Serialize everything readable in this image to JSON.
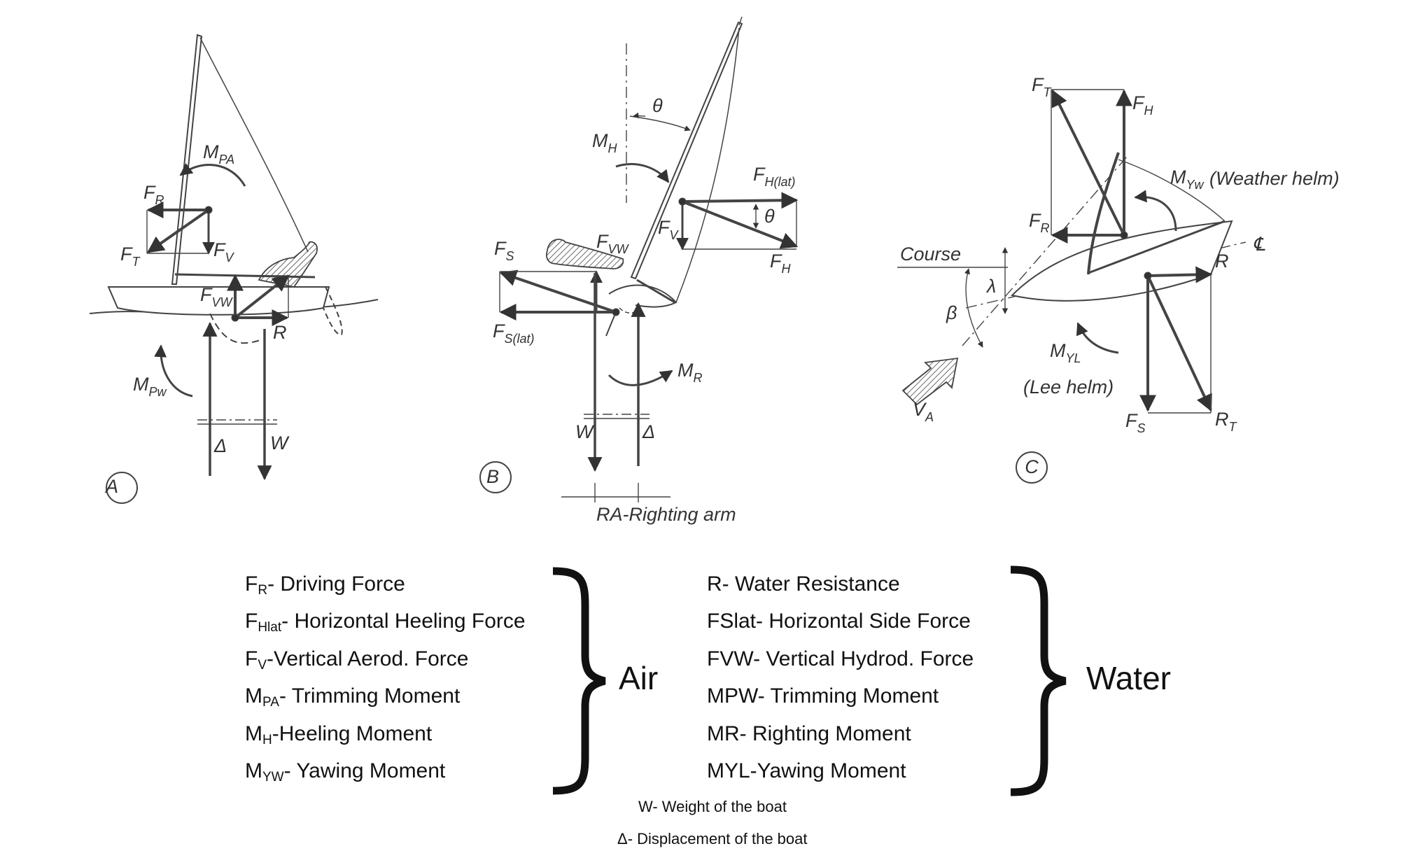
{
  "diagram": {
    "panels": [
      {
        "letter": "A",
        "labels": {
          "m_pa": "M",
          "m_pa_sub": "PA",
          "f_r": "F",
          "f_r_sub": "R",
          "f_t": "F",
          "f_t_sub": "T",
          "f_v": "F",
          "f_v_sub": "V",
          "f_vw": "F",
          "f_vw_sub": "VW",
          "r": "R",
          "m_pw": "M",
          "m_pw_sub": "Pw",
          "delta": "Δ",
          "w": "W"
        }
      },
      {
        "letter": "B",
        "labels": {
          "theta_top": "θ",
          "m_h": "M",
          "m_h_sub": "H",
          "f_hlat": "F",
          "f_hlat_sub": "H(lat)",
          "theta_mid": "θ",
          "f_v": "F",
          "f_v_sub": "V",
          "f_h": "F",
          "f_h_sub": "H",
          "f_s": "F",
          "f_s_sub": "S",
          "f_vw": "F",
          "f_vw_sub": "VW",
          "f_slat": "F",
          "f_slat_sub": "S(lat)",
          "m_r": "M",
          "m_r_sub": "R",
          "w": "W",
          "delta": "Δ",
          "righting_arm": "RA-Righting arm"
        }
      },
      {
        "letter": "C",
        "labels": {
          "f_t": "F",
          "f_t_sub": "T",
          "f_h": "F",
          "f_h_sub": "H",
          "m_yw": "M",
          "m_yw_sub": "Yw",
          "weather_helm": "(Weather helm)",
          "f_r": "F",
          "f_r_sub": "R",
          "course": "Course",
          "centerline": "℄",
          "r": "R",
          "lambda": "λ",
          "beta": "β",
          "m_yl": "M",
          "m_yl_sub": "YL",
          "lee_helm": "(Lee helm)",
          "v_a": "V",
          "v_a_sub": "A",
          "f_s": "F",
          "f_s_sub": "S",
          "r_t": "R",
          "r_t_sub": "T"
        }
      }
    ]
  },
  "legend": {
    "air": {
      "group_label": "Air",
      "items": [
        {
          "main": "F",
          "sub": "R",
          "rest": "- Driving Force"
        },
        {
          "main": "F",
          "sub": "Hlat",
          "rest": "- Horizontal Heeling Force"
        },
        {
          "main": "F",
          "sub": "V",
          "rest": "-Vertical Aerod. Force"
        },
        {
          "main": "M",
          "sub": "PA",
          "rest": "- Trimming Moment"
        },
        {
          "main": "M",
          "sub": "H",
          "rest": "-Heeling Moment"
        },
        {
          "main": "M",
          "sub": "YW",
          "rest": "- Yawing Moment"
        }
      ]
    },
    "water": {
      "group_label": "Water",
      "items": [
        "R- Water Resistance",
        "FSlat- Horizontal Side Force",
        "FVW- Vertical Hydrod. Force",
        "MPW- Trimming Moment",
        "MR- Righting Moment",
        "MYL-Yawing Moment"
      ]
    },
    "notes": [
      "W- Weight of the boat",
      "Δ- Displacement of the boat"
    ]
  }
}
